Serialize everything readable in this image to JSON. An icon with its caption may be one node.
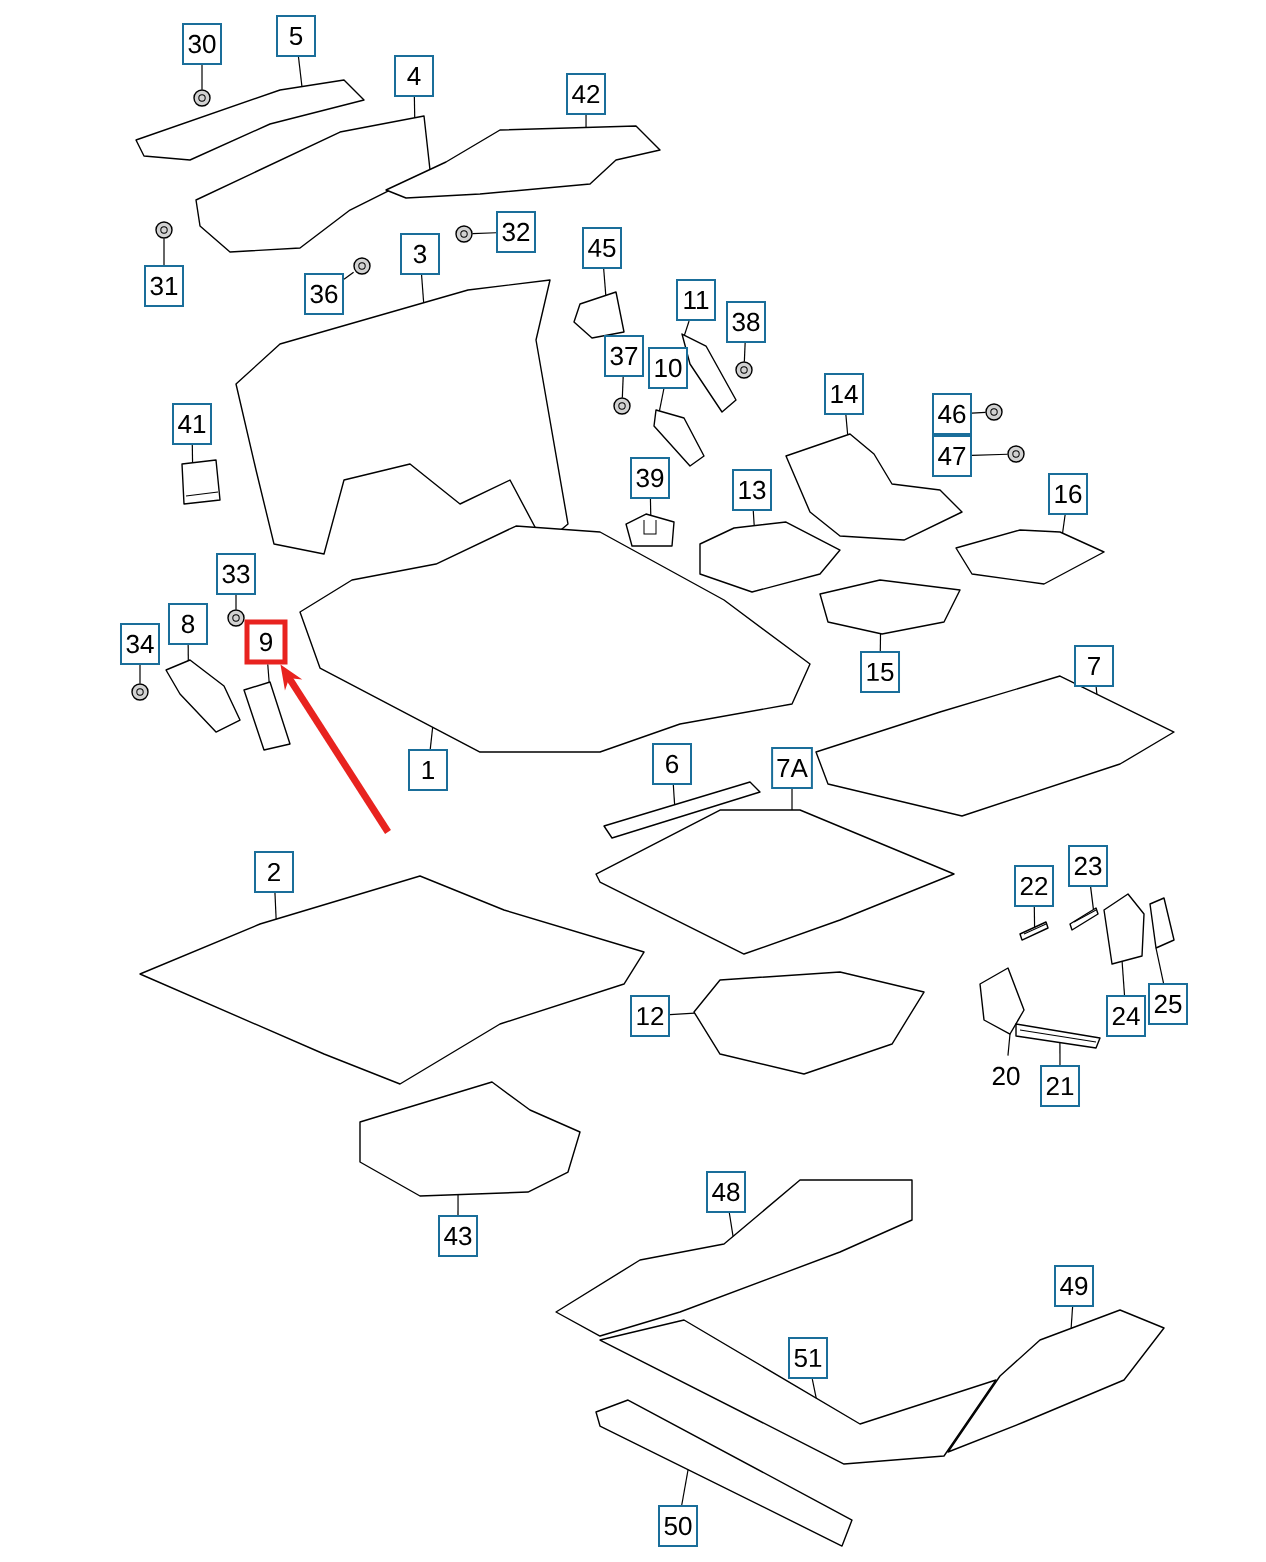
{
  "diagram": {
    "nodes": [
      {
        "text": [
          "30"
        ]
      },
      {
        "text": [
          "5"
        ]
      },
      {
        "text": [
          "4"
        ]
      },
      {
        "text": [
          "42"
        ]
      },
      {
        "text": [
          "32"
        ]
      },
      {
        "text": [
          "3"
        ]
      },
      {
        "text": [
          "45"
        ]
      },
      {
        "text": [
          "31"
        ]
      },
      {
        "text": [
          "36"
        ]
      },
      {
        "text": [
          "11"
        ]
      },
      {
        "text": [
          "38"
        ]
      },
      {
        "text": [
          "37"
        ]
      },
      {
        "text": [
          "10"
        ]
      },
      {
        "text": [
          "14"
        ]
      },
      {
        "text": [
          "46"
        ]
      },
      {
        "text": [
          "41"
        ]
      },
      {
        "text": [
          "47"
        ]
      },
      {
        "text": [
          "39"
        ]
      },
      {
        "text": [
          "13"
        ]
      },
      {
        "text": [
          "16"
        ]
      },
      {
        "text": [
          "33"
        ]
      },
      {
        "text": [
          "8"
        ]
      },
      {
        "text": [
          "9"
        ]
      },
      {
        "text": [
          "34"
        ]
      },
      {
        "text": [
          "15"
        ]
      },
      {
        "text": [
          "7"
        ]
      },
      {
        "text": [
          "1"
        ]
      },
      {
        "text": [
          "6"
        ]
      },
      {
        "text": [
          "7A"
        ]
      },
      {
        "text": [
          "2"
        ]
      },
      {
        "text": [
          "23"
        ]
      },
      {
        "text": [
          "22"
        ]
      },
      {
        "text": [
          "25"
        ]
      },
      {
        "text": [
          "12"
        ]
      },
      {
        "text": [
          "24"
        ]
      },
      {
        "text": [
          "20"
        ]
      },
      {
        "text": [
          "21"
        ]
      },
      {
        "text": [
          "48"
        ]
      },
      {
        "text": [
          "43"
        ]
      },
      {
        "text": [
          "49"
        ]
      },
      {
        "text": [
          "51"
        ]
      },
      {
        "text": [
          "50"
        ]
      },
      {
        "text": [],
        "shape": "picture"
      },
      {
        "text": [],
        "shape": "picture"
      },
      {
        "text": [],
        "shape": "picture"
      },
      {
        "text": [],
        "shape": "picture"
      },
      {
        "text": [],
        "shape": "picture"
      },
      {
        "text": [],
        "shape": "picture"
      },
      {
        "text": [],
        "shape": "picture"
      },
      {
        "text": [],
        "shape": "picture"
      },
      {
        "text": [],
        "shape": "picture"
      },
      {
        "text": [],
        "shape": "picture"
      },
      {
        "text": [],
        "shape": "picture"
      },
      {
        "text": [],
        "shape": "picture"
      },
      {
        "text": [],
        "shape": "picture"
      },
      {
        "text": [],
        "shape": "picture"
      },
      {
        "text": [],
        "shape": "picture"
      },
      {
        "text": [],
        "shape": "picture"
      },
      {
        "text": [],
        "shape": "picture"
      },
      {
        "text": [],
        "shape": "picture"
      },
      {
        "text": [],
        "shape": "picture"
      },
      {
        "text": [],
        "shape": "picture"
      },
      {
        "text": [],
        "shape": "picture"
      },
      {
        "text": [],
        "shape": "picture"
      },
      {
        "text": [],
        "shape": "picture"
      },
      {
        "text": [],
        "shape": "picture"
      },
      {
        "text": [],
        "shape": "picture"
      },
      {
        "text": [],
        "shape": "picture"
      },
      {
        "text": [],
        "shape": "picture"
      },
      {
        "text": [],
        "shape": "picture"
      },
      {
        "text": [],
        "shape": "picture"
      },
      {
        "text": [],
        "shape": "picture"
      },
      {
        "text": [],
        "shape": "picture"
      },
      {
        "text": [],
        "shape": "picture"
      },
      {
        "text": [],
        "shape": "picture"
      },
      {
        "text": [],
        "shape": "picture"
      },
      {
        "text": [],
        "shape": "picture"
      },
      {
        "text": [],
        "shape": "picture"
      },
      {
        "text": [],
        "shape": "picture"
      },
      {
        "text": [],
        "shape": "picture"
      },
      {
        "text": [],
        "shape": "picture"
      },
      {
        "text": [],
        "shape": "picture"
      },
      {
        "text": [],
        "shape": "picture"
      },
      {
        "text": [],
        "shape": "picture"
      }
    ],
    "edges": [
      {
        "from": 0,
        "to": 42,
        "arrow": "none"
      },
      {
        "from": 1,
        "to": 43,
        "arrow": "none"
      },
      {
        "from": 2,
        "to": 44,
        "arrow": "none"
      },
      {
        "from": 3,
        "to": 45,
        "arrow": "none"
      },
      {
        "from": 4,
        "to": 46,
        "arrow": "none"
      },
      {
        "from": 5,
        "to": 47,
        "arrow": "none"
      },
      {
        "from": 6,
        "to": 48,
        "arrow": "none"
      },
      {
        "from": 7,
        "to": 49,
        "arrow": "none"
      },
      {
        "from": 8,
        "to": 50,
        "arrow": "none"
      },
      {
        "from": 9,
        "to": 51,
        "arrow": "none"
      },
      {
        "from": 10,
        "to": 52,
        "arrow": "none"
      },
      {
        "from": 11,
        "to": 53,
        "arrow": "none"
      },
      {
        "from": 12,
        "to": 54,
        "arrow": "none"
      },
      {
        "from": 13,
        "to": 55,
        "arrow": "none"
      },
      {
        "from": 14,
        "to": 56,
        "arrow": "none"
      },
      {
        "from": 15,
        "to": 57,
        "arrow": "none"
      },
      {
        "from": 16,
        "to": 58,
        "arrow": "none"
      },
      {
        "from": 17,
        "to": 59,
        "arrow": "none"
      },
      {
        "from": 18,
        "to": 60,
        "arrow": "none"
      },
      {
        "from": 19,
        "to": 61,
        "arrow": "none"
      },
      {
        "from": 20,
        "to": 62,
        "arrow": "none"
      },
      {
        "from": 21,
        "to": 63,
        "arrow": "none"
      },
      {
        "from": 22,
        "to": 64,
        "arrow": "none"
      },
      {
        "from": 23,
        "to": 65,
        "arrow": "none"
      },
      {
        "from": 24,
        "to": 66,
        "arrow": "none"
      },
      {
        "from": 25,
        "to": 67,
        "arrow": "none"
      },
      {
        "from": 26,
        "to": 68,
        "arrow": "none"
      },
      {
        "from": 27,
        "to": 69,
        "arrow": "none"
      },
      {
        "from": 28,
        "to": 70,
        "arrow": "none"
      },
      {
        "from": 29,
        "to": 71,
        "arrow": "none"
      },
      {
        "from": 30,
        "to": 72,
        "arrow": "none"
      },
      {
        "from": 31,
        "to": 73,
        "arrow": "none"
      },
      {
        "from": 32,
        "to": 74,
        "arrow": "none"
      },
      {
        "from": 33,
        "to": 75,
        "arrow": "none"
      },
      {
        "from": 34,
        "to": 76,
        "arrow": "none"
      },
      {
        "from": 35,
        "to": 77,
        "arrow": "none"
      },
      {
        "from": 36,
        "to": 78,
        "arrow": "none"
      },
      {
        "from": 37,
        "to": 79,
        "arrow": "none"
      },
      {
        "from": 38,
        "to": 80,
        "arrow": "none"
      },
      {
        "from": 39,
        "to": 81,
        "arrow": "none"
      },
      {
        "from": 40,
        "to": 82,
        "arrow": "none"
      },
      {
        "from": 41,
        "to": 83,
        "arrow": "none"
      },
      {
        "from": null,
        "to": 22,
        "arrow": "to",
        "style": "thick",
        "color": "#e8231f"
      }
    ]
  }
}
